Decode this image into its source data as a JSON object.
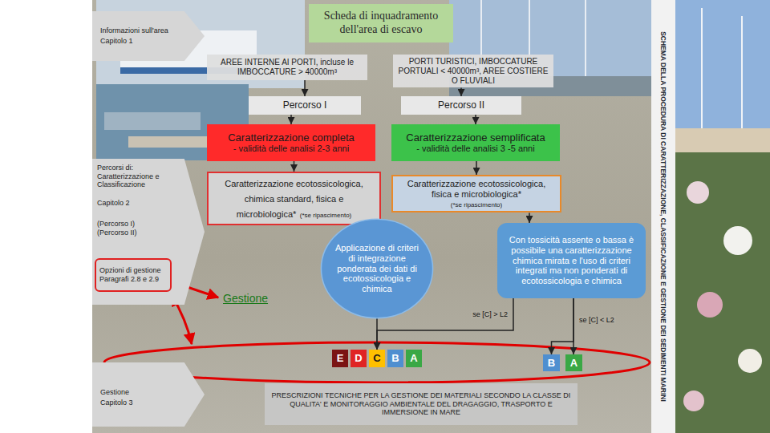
{
  "diagram": {
    "title": "SCHEMA DELLA PROCEDURA DI CARATTERIZZAZIONE, CLASSIFICAZIONE E GESTIONE DEI SEDIMENTI MARINI",
    "nodes": [
      {
        "text": [
          "Informazioni sull'area",
          "Capitolo 1"
        ]
      },
      {
        "text": [
          "Scheda di inquadramento dell'area di escavo"
        ]
      },
      {
        "text": [
          "AREE INTERNE AI PORTI, incluse le IMBOCCATURE > 40000m³"
        ]
      },
      {
        "text": [
          "PORTI TURISTICI, IMBOCCATURE PORTUALI < 40000m³, AREE COSTIERE O FLUVIALI"
        ]
      },
      {
        "text": [
          "Percorso I"
        ]
      },
      {
        "text": [
          "Percorso II"
        ]
      },
      {
        "text": [
          "Caratterizzazione completa",
          "- validità delle analisi 2-3 anni"
        ]
      },
      {
        "text": [
          "Caratterizzazione semplificata",
          "- validità delle analisi 3 -5 anni"
        ]
      },
      {
        "text": [
          "Percorsi di: Caratterizzazione e Classificazione",
          "Capitolo 2",
          "(Percorso I) (Percorso II)"
        ]
      },
      {
        "text": [
          "Opzioni di gestione Paragrafi 2.8 e 2.9"
        ],
        "in": 8
      },
      {
        "text": [
          "Caratterizzazione ecotossicologica, chimica standard, fisica e microbiologica*",
          "(*se ripascimento)"
        ]
      },
      {
        "text": [
          "Caratterizzazione ecotossicologica, fisica e microbiologica*",
          "(*se ripascimento)"
        ]
      },
      {
        "text": [
          "Applicazione di criteri di integrazione ponderata dei dati di ecotossicologia e chimica"
        ]
      },
      {
        "text": [
          "Con tossicità assente o bassa è possibile una caratterizzazione chimica mirata e l'uso di criteri integrati ma non ponderati di ecotossicologia e chimica"
        ]
      },
      {
        "text": [
          "E"
        ]
      },
      {
        "text": [
          "D"
        ]
      },
      {
        "text": [
          "C"
        ]
      },
      {
        "text": [
          "B"
        ]
      },
      {
        "text": [
          "A"
        ]
      },
      {
        "text": [
          "B"
        ]
      },
      {
        "text": [
          "A"
        ]
      },
      {
        "text": [
          "Gestione",
          "Capitolo 3"
        ]
      },
      {
        "text": [
          "PRESCRIZIONI TECNICHE PER LA GESTIONE DEI MATERIALI SECONDO LA CLASSE DI QUALITA' E MONITORAGGIO AMBIENTALE DEL DRAGAGGIO, TRASPORTO E IMMERSIONE IN MARE"
        ]
      }
    ],
    "edges": [
      {
        "from": 2,
        "to": 4,
        "arrow": "to"
      },
      {
        "from": 3,
        "to": 5,
        "arrow": "to"
      },
      {
        "from": 4,
        "to": 6,
        "arrow": "to"
      },
      {
        "from": 5,
        "to": 7,
        "arrow": "to"
      },
      {
        "from": 6,
        "to": 10,
        "arrow": "to"
      },
      {
        "from": 7,
        "to": 11,
        "arrow": "to"
      },
      {
        "from": 10,
        "to": 12,
        "arrow": "to"
      },
      {
        "from": 11,
        "to": 13,
        "arrow": "to"
      },
      {
        "from": 12,
        "to": 16,
        "arrow": "to"
      },
      {
        "from": 13,
        "to": 16,
        "label": "se [C] > L2",
        "arrow": "to"
      },
      {
        "from": 13,
        "to": 19,
        "label": "se [C] < L2",
        "arrow": "to"
      },
      {
        "from": 13,
        "to": 20,
        "arrow": "to"
      }
    ],
    "labels": [
      "Gestione"
    ]
  }
}
